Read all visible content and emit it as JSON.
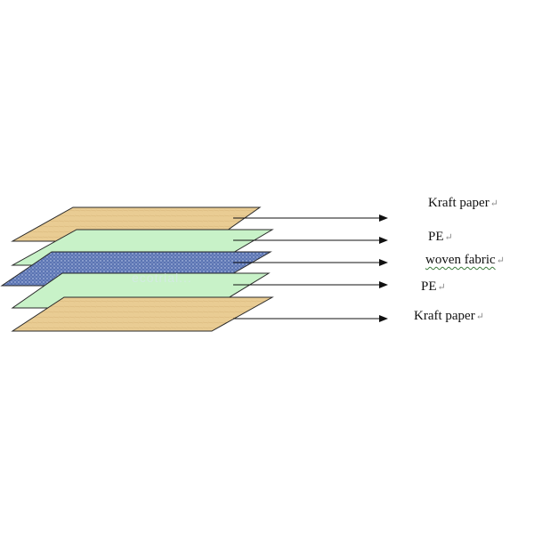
{
  "diagram": {
    "colors": {
      "kraft": "#e9cc93",
      "kraft_grain": "#d8b679",
      "pe": "#c8f2c8",
      "woven": "#5b74b3",
      "woven_dot": "#c7d3ef",
      "outline": "#2a2a2a",
      "arrow": "#111111"
    },
    "layers": [
      {
        "id": "kraft-top",
        "material": "kraft",
        "label": "Kraft paper",
        "mark": "↵",
        "spellcheck": false,
        "icon": "kraft-paper-layer"
      },
      {
        "id": "pe-top",
        "material": "pe",
        "label": "PE",
        "mark": "↵",
        "spellcheck": false,
        "icon": "pe-film-layer"
      },
      {
        "id": "woven",
        "material": "woven",
        "label": "woven fabric",
        "mark": "↵",
        "spellcheck": true,
        "icon": "woven-fabric-layer"
      },
      {
        "id": "pe-bottom",
        "material": "pe",
        "label": "PE",
        "mark": "↵",
        "spellcheck": false,
        "icon": "pe-film-layer"
      },
      {
        "id": "kraft-bottom",
        "material": "kraft",
        "label": "Kraft paper",
        "mark": "↵",
        "spellcheck": false,
        "icon": "kraft-paper-layer"
      }
    ],
    "watermark": "ecotrial..."
  }
}
